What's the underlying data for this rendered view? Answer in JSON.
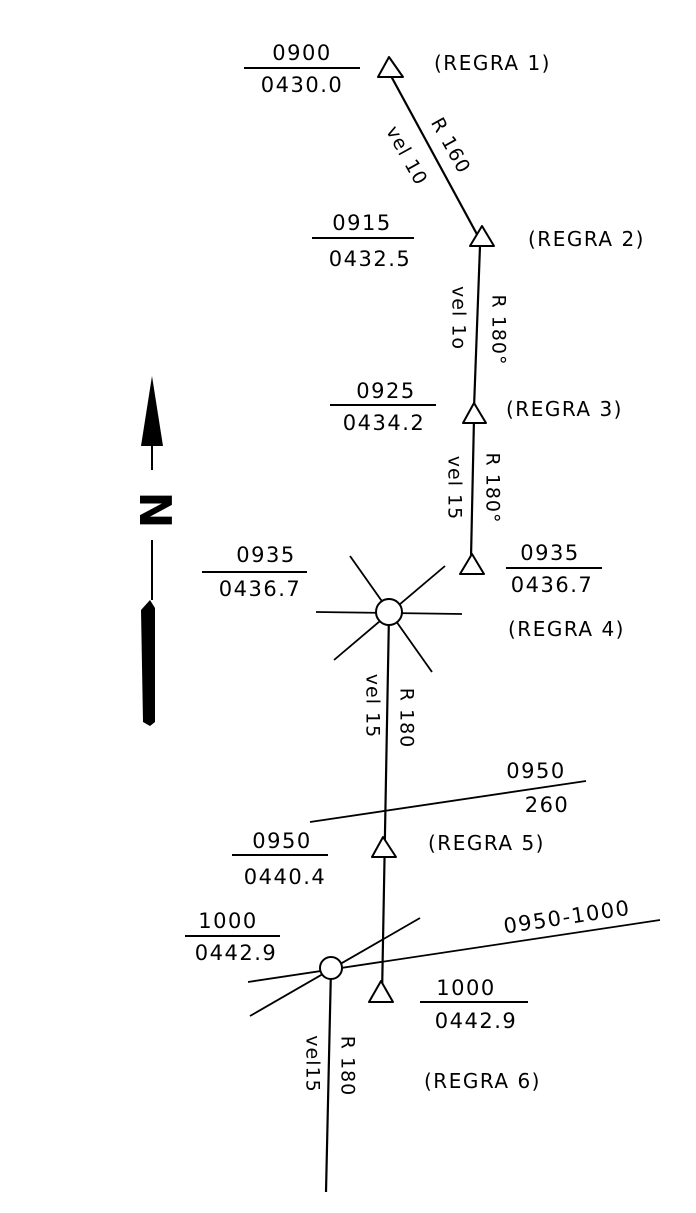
{
  "colors": {
    "ink": "#000000",
    "paper": "#ffffff"
  },
  "north_label": "N",
  "rules": {
    "r1": "(REGRA 1)",
    "r2": "(REGRA 2)",
    "r3": "(REGRA 3)",
    "r4": "(REGRA 4)",
    "r5": "(REGRA 5)",
    "r6": "(REGRA 6)"
  },
  "fixes": {
    "f0900": {
      "time": "0900",
      "value": "0430.0"
    },
    "f0915": {
      "time": "0915",
      "value": "0432.5"
    },
    "f0925": {
      "time": "0925",
      "value": "0434.2"
    },
    "f0935a": {
      "time": "0935",
      "value": "0436.7"
    },
    "f0935b": {
      "time": "0935",
      "value": "0436.7"
    },
    "f0950": {
      "time": "0950",
      "value": "0440.4"
    },
    "f1000a": {
      "time": "1000",
      "value": "0442.9"
    },
    "f1000b": {
      "time": "1000",
      "value": "0442.9"
    }
  },
  "lop_0950": {
    "time": "0950",
    "value": "260"
  },
  "lop_range": "0950-1000",
  "courses": {
    "leg1": {
      "course": "R 160",
      "speed": "vel 10"
    },
    "leg2": {
      "course": "R 180°",
      "speed": "vel 1o"
    },
    "leg3": {
      "course": "R 180°",
      "speed": "vel 15"
    },
    "leg4": {
      "course": "R 180",
      "speed": "vel 15"
    },
    "leg5": {
      "course": "R 180",
      "speed": "vel15"
    }
  },
  "icons": {
    "dr_position": "triangle-icon",
    "fix_position": "circle-fix-icon",
    "north": "north-arrow-icon"
  }
}
